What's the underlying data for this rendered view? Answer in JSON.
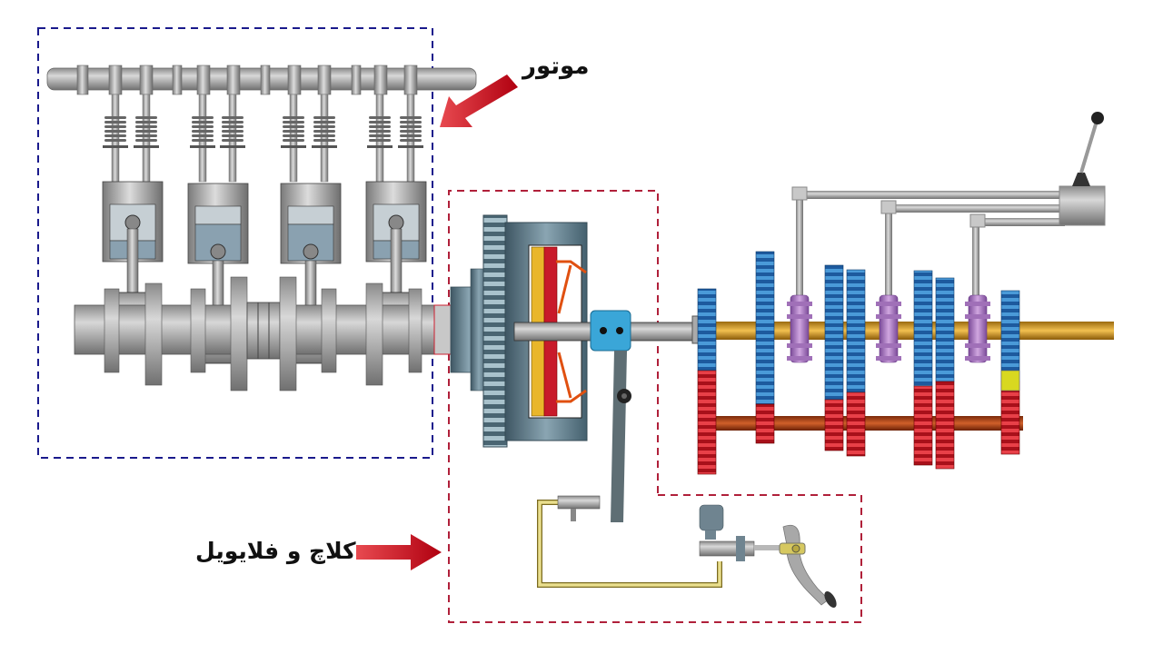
{
  "diagram": {
    "title": "Drivetrain: engine, clutch & flywheel, gearbox",
    "labels": {
      "engine": "موتور",
      "clutch_flywheel": "کلاچ و فلایویل"
    },
    "regions": [
      {
        "id": "engine",
        "label_key": "engine",
        "border_style": "dashed",
        "border_color": "#1a1a8c"
      },
      {
        "id": "clutch",
        "label_key": "clutch_flywheel",
        "border_style": "dashed",
        "border_color": "#b0203a"
      }
    ],
    "components": {
      "engine": {
        "cylinders": 4,
        "valves_per_cylinder": 2,
        "parts": [
          "camshaft",
          "valve-springs",
          "pistons",
          "connecting-rods",
          "crankshaft"
        ]
      },
      "clutch": {
        "parts": [
          "flywheel",
          "clutch-plate",
          "pressure-plate",
          "release-bearing",
          "release-fork",
          "slave-cylinder",
          "hydraulic-line",
          "master-cylinder",
          "clutch-pedal"
        ]
      },
      "gearbox": {
        "shift_rods": 3,
        "synchronizers": 3,
        "parts": [
          "input-shaft",
          "main-shaft",
          "counter-shaft",
          "shift-lever",
          "selector-housing"
        ]
      }
    },
    "colors": {
      "arrow": "#d0101a",
      "engine_box": "#1a1a8c",
      "clutch_box": "#b0203a",
      "metal": "#9a9a9a",
      "flywheel": "#5b7786",
      "gear_blue": "#1f66b0",
      "gear_red": "#c81a22",
      "synchro": "#a070b8",
      "main_shaft": "#d4961a",
      "counter_shaft": "#b8441a",
      "hydraulic_line": "#e8de90"
    }
  }
}
